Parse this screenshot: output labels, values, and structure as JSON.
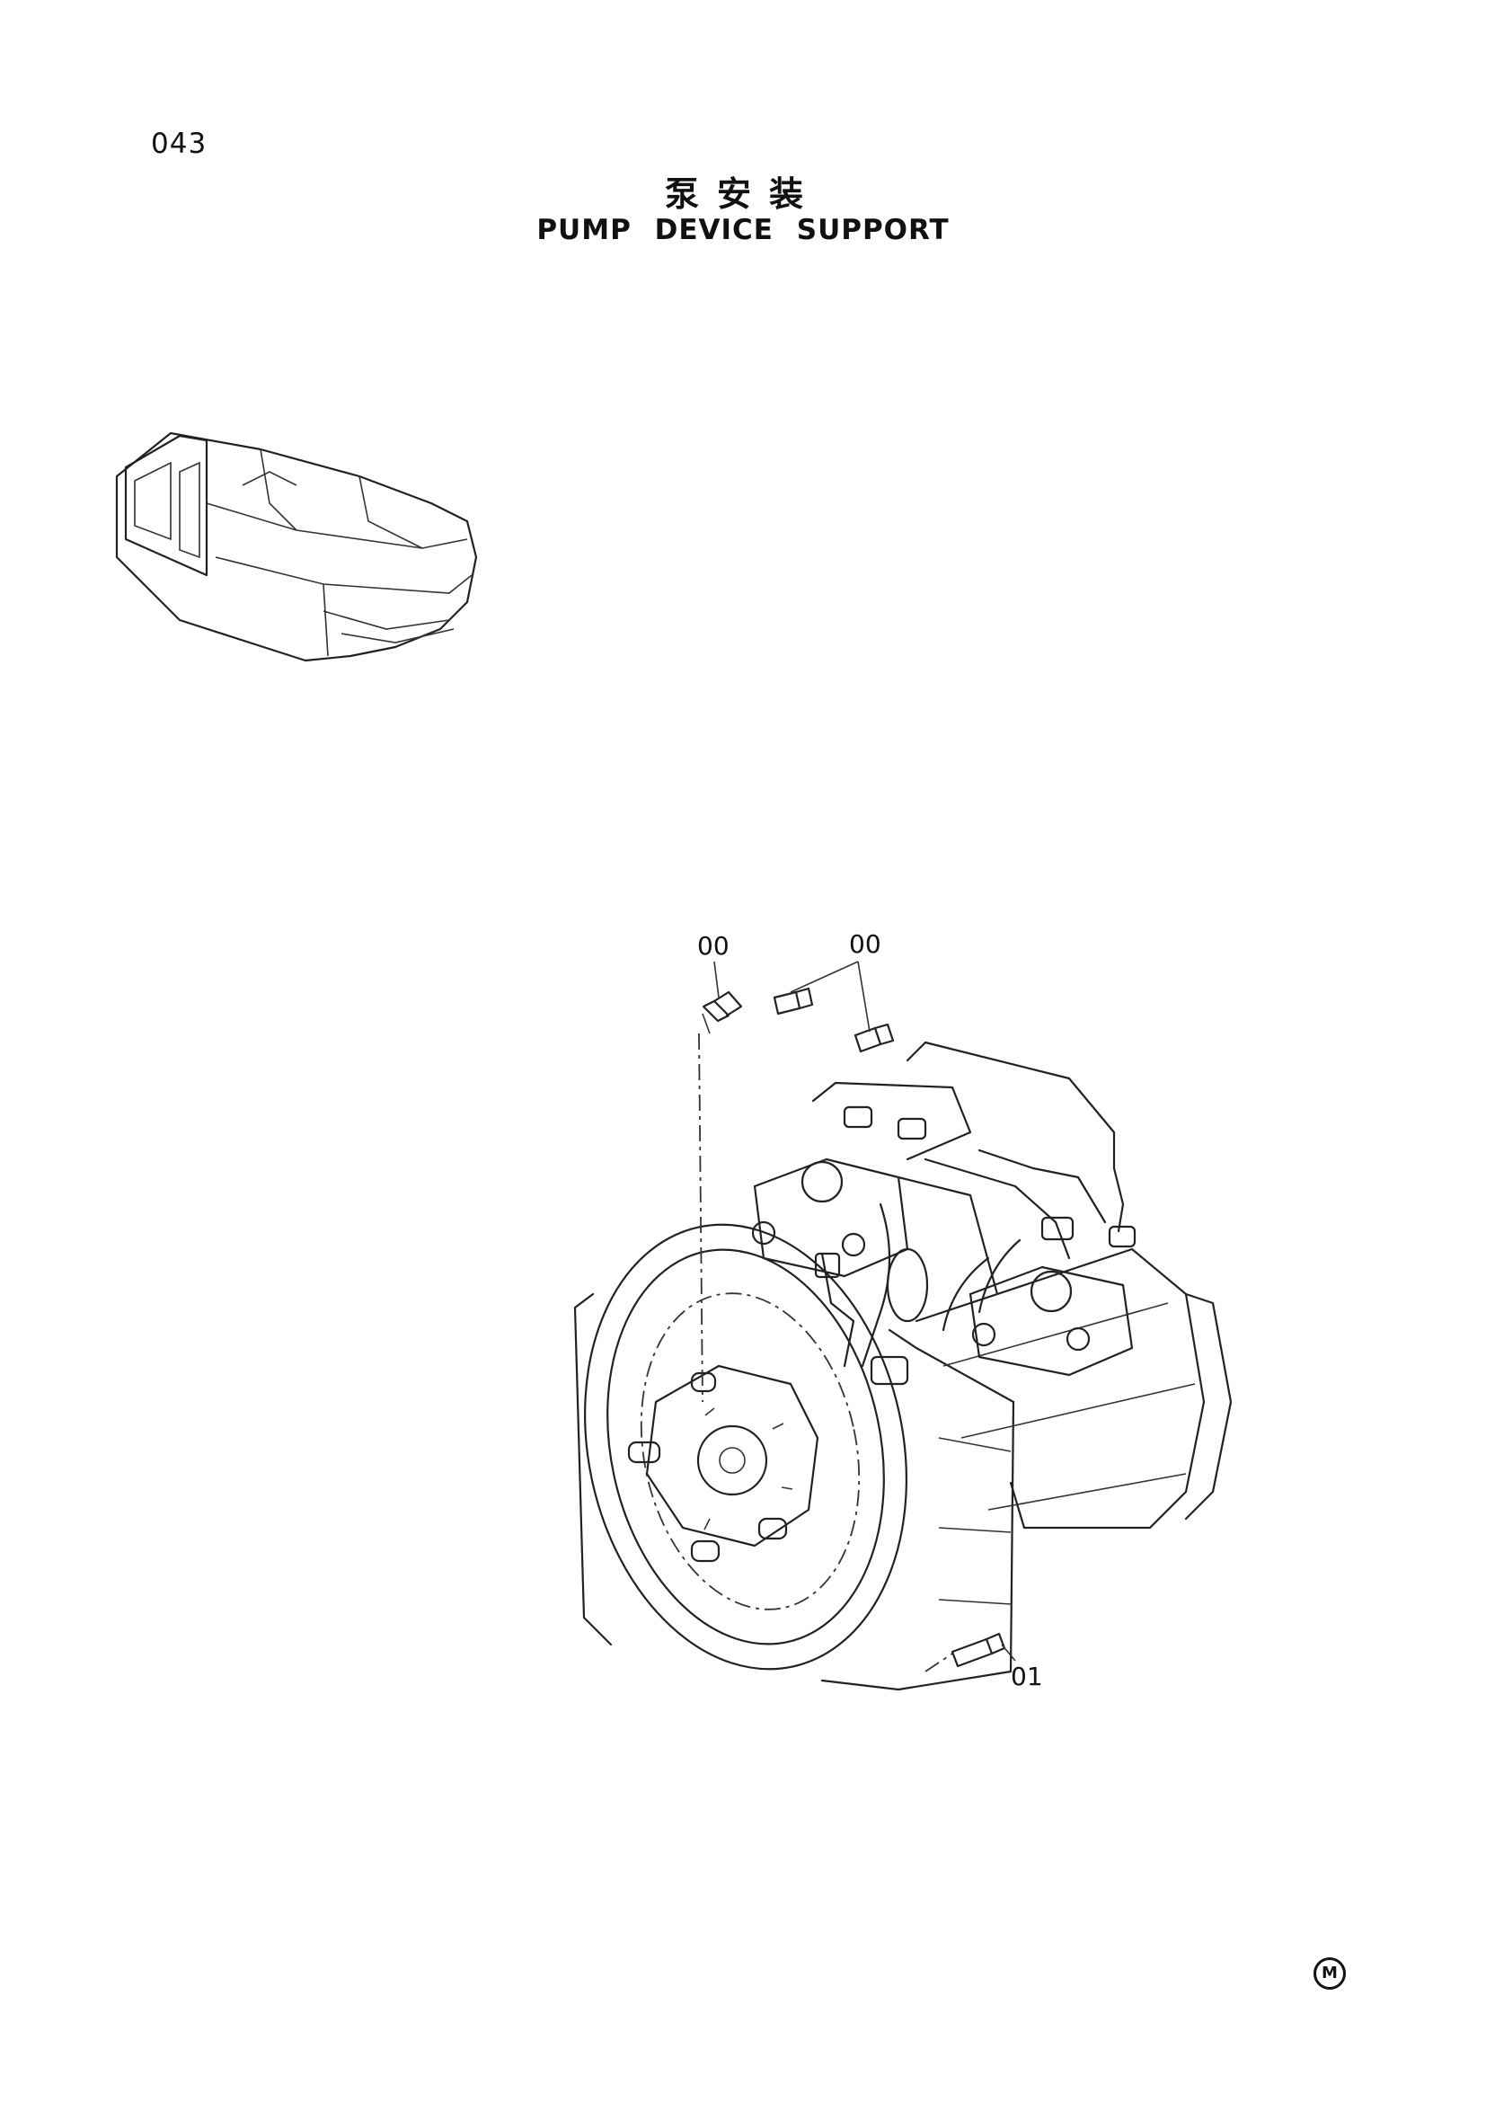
{
  "page": {
    "number": "043",
    "title_cn": "泵安装",
    "title_en": "PUMP DEVICE SUPPORT",
    "corner_mark": "M"
  },
  "callouts": [
    {
      "id": "bolt-left",
      "label": "00"
    },
    {
      "id": "bolt-right",
      "label": "00"
    },
    {
      "id": "bolt-bottom",
      "label": "01"
    }
  ]
}
